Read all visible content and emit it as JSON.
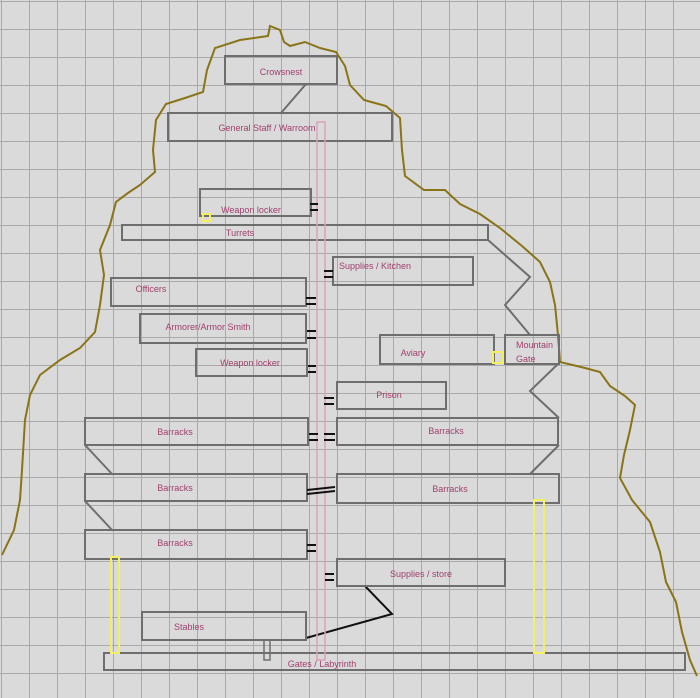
{
  "diagram": {
    "rooms": [
      {
        "label": "Crowsnest"
      },
      {
        "label": "General Staff / Warroom"
      },
      {
        "label": "Weapon locker"
      },
      {
        "label": "Turrets"
      },
      {
        "label": "Supplies / Kitchen"
      },
      {
        "label": "Officers"
      },
      {
        "label": "Armorer/Armor Smith"
      },
      {
        "label": "Weapon locker"
      },
      {
        "label": "Aviary"
      },
      {
        "label": "Mountain Gate",
        "lines": [
          "Mountain",
          "Gate"
        ]
      },
      {
        "label": "Prison"
      },
      {
        "label": "Barracks"
      },
      {
        "label": "Barracks"
      },
      {
        "label": "Barracks"
      },
      {
        "label": "Barracks"
      },
      {
        "label": "Barracks"
      },
      {
        "label": "Supplies / store"
      },
      {
        "label": "Stables"
      },
      {
        "label": "Gates / Labyrinth"
      }
    ],
    "colors": {
      "room_border": "#6e6e6e",
      "label": "#a0406e",
      "mountain_outline": "#8a7418",
      "shaft": "#d9a3b5",
      "yellow_passage": "#f2f060",
      "connector": "#111111"
    }
  }
}
